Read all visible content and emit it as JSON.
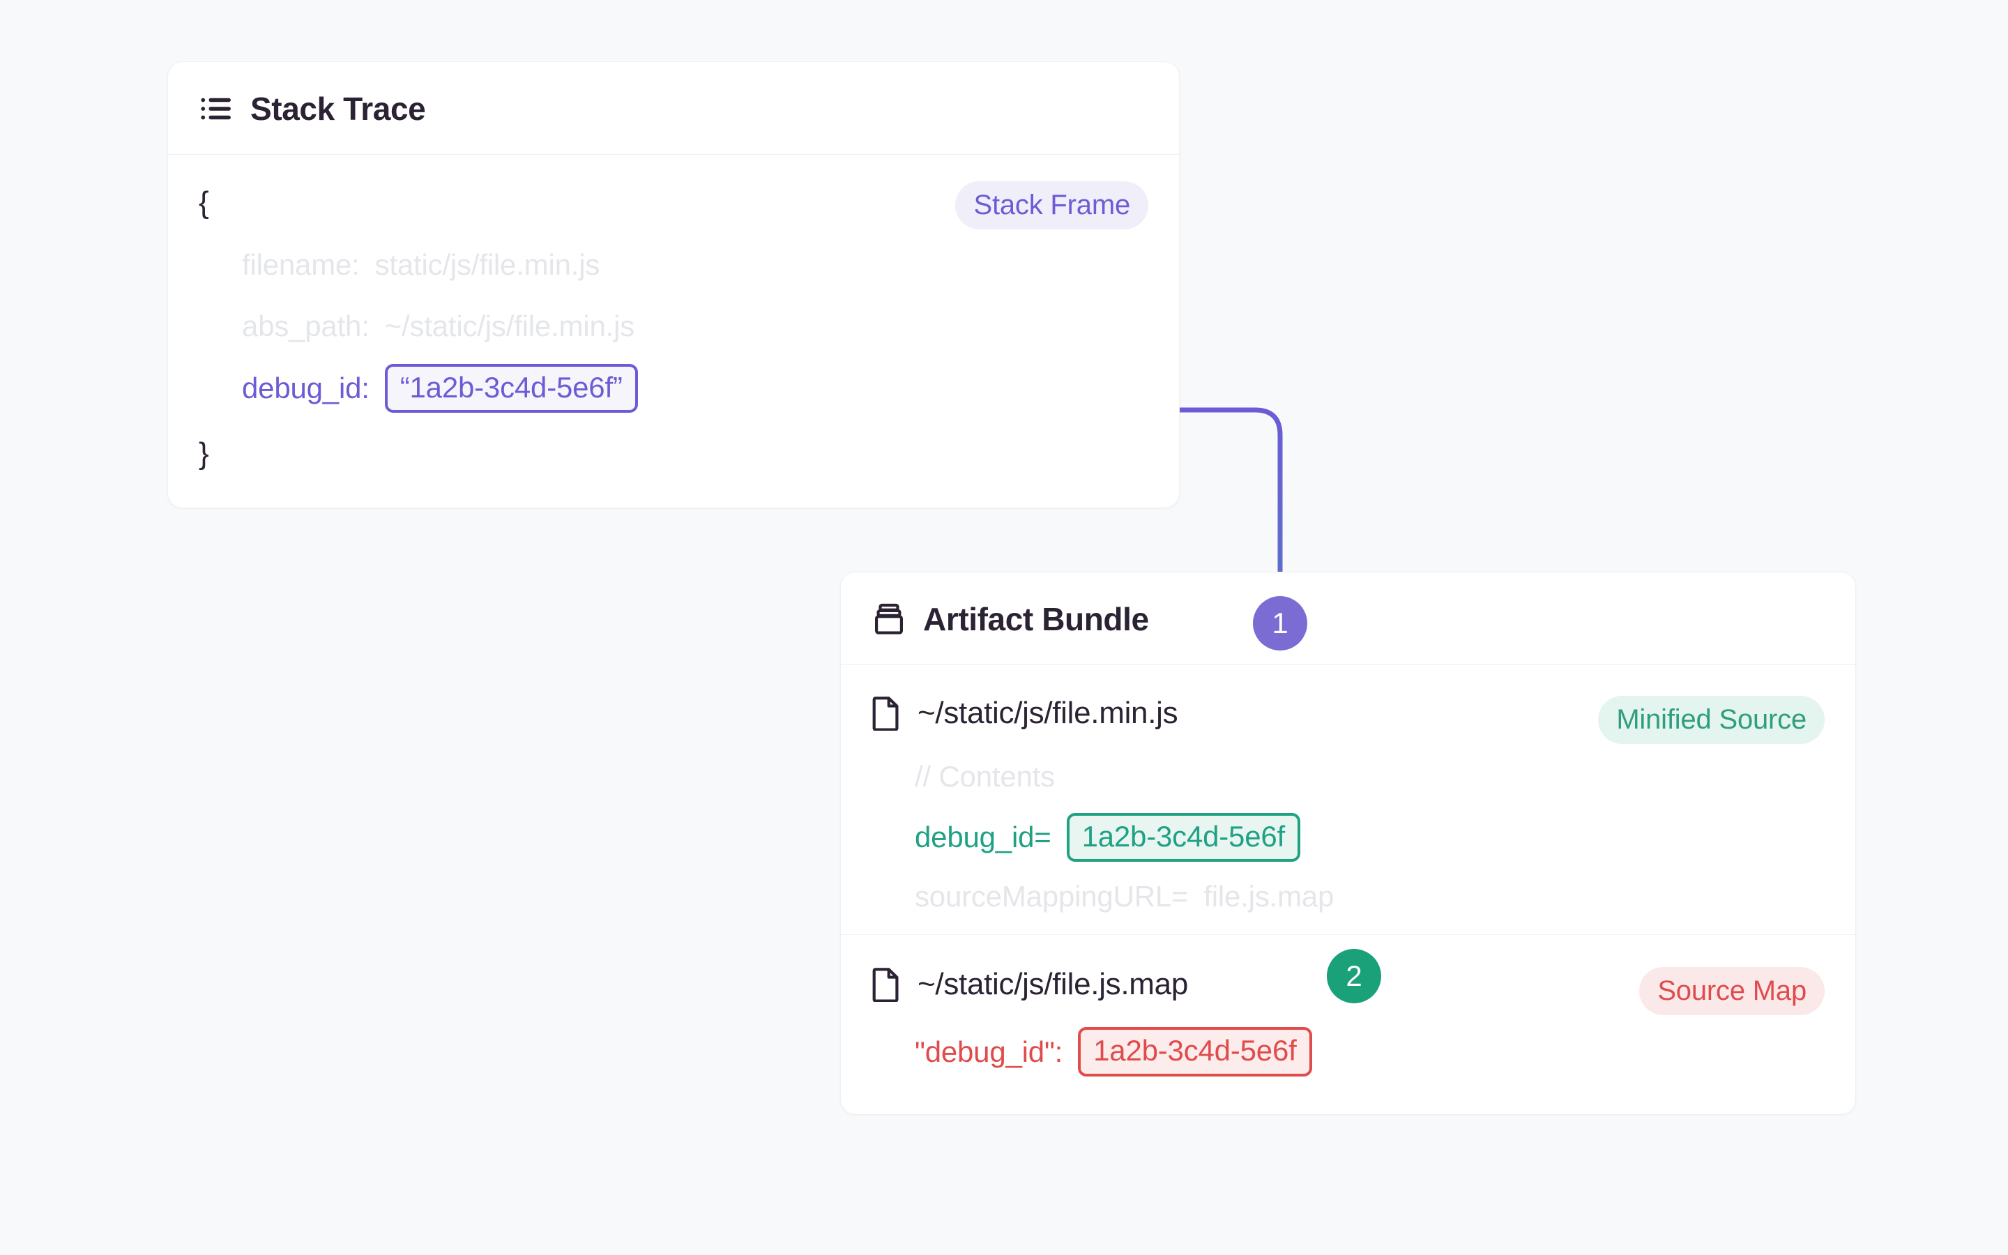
{
  "page": {
    "background_color": "#F8F9FB"
  },
  "colors": {
    "purple": "#6B5CD6",
    "green": "#1FA184",
    "red": "#E04B4B",
    "text": "#2B2233",
    "faded": "#E4E6EA",
    "border": "#EEF0F3"
  },
  "stack_trace_card": {
    "title": "Stack Trace",
    "icon": "list-icon",
    "badge": "Stack Frame",
    "open_brace": "{",
    "close_brace": "}",
    "fields": [
      {
        "key": "filename:",
        "value": "static/js/file.min.js"
      },
      {
        "key": "abs_path:",
        "value": "~/static/js/file.min.js"
      }
    ],
    "debug_id": {
      "key": "debug_id:",
      "value": "“1a2b-3c4d-5e6f”"
    }
  },
  "artifact_bundle_card": {
    "title": "Artifact Bundle",
    "icon": "archive-icon",
    "entries": [
      {
        "file_icon": "file-icon",
        "file_name": "~/static/js/file.min.js",
        "badge": "Minified Source",
        "badge_style": "green",
        "lines": [
          {
            "text": "// Contents",
            "style": "faded"
          },
          {
            "key": "debug_id=",
            "value": "1a2b-3c4d-5e6f",
            "style": "green-box"
          },
          {
            "key": "sourceMappingURL=",
            "value": "file.js.map",
            "style": "faded"
          }
        ]
      },
      {
        "file_icon": "file-icon",
        "file_name": "~/static/js/file.js.map",
        "badge": "Source Map",
        "badge_style": "red",
        "lines": [
          {
            "key": "\"debug_id\":",
            "value": "1a2b-3c4d-5e6f",
            "style": "red-box"
          }
        ]
      }
    ]
  },
  "steps": [
    {
      "number": "1",
      "color": "#7B6CD4"
    },
    {
      "number": "2",
      "color": "#1AA179"
    }
  ]
}
